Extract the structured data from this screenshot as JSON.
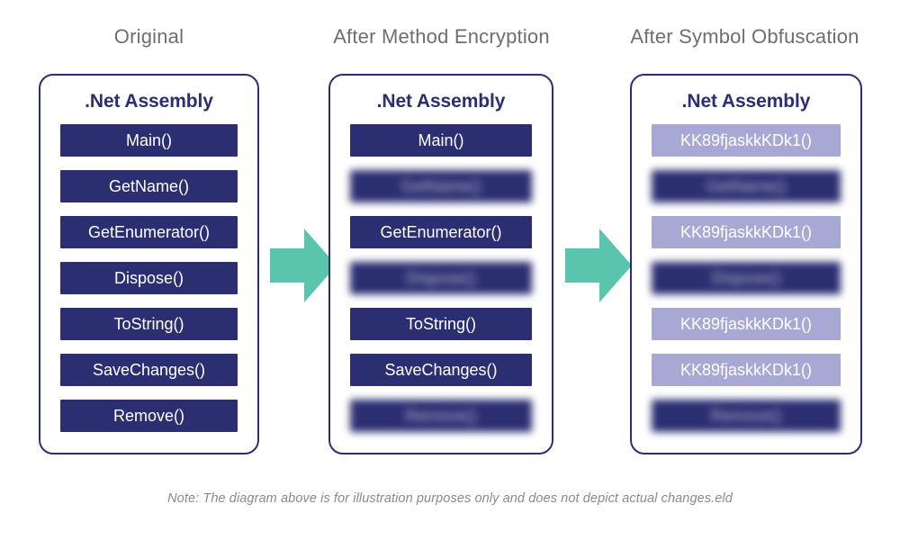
{
  "background_color": "#ffffff",
  "palette": {
    "navy": "#2c2e72",
    "light_purple": "#a8a8d4",
    "teal_arrow": "#5bc4ac",
    "header_gray": "#6e6e6e",
    "note_gray": "#8a8a8a",
    "row_text": "#ffffff"
  },
  "columns": [
    {
      "header": "Original",
      "card_title": ".Net Assembly",
      "rows": [
        {
          "label": "Main()",
          "style": "dark",
          "obscured": false
        },
        {
          "label": "GetName()",
          "style": "dark",
          "obscured": false
        },
        {
          "label": "GetEnumerator()",
          "style": "dark",
          "obscured": false
        },
        {
          "label": "Dispose()",
          "style": "dark",
          "obscured": false
        },
        {
          "label": "ToString()",
          "style": "dark",
          "obscured": false
        },
        {
          "label": "SaveChanges()",
          "style": "dark",
          "obscured": false
        },
        {
          "label": "Remove()",
          "style": "dark",
          "obscured": false
        }
      ]
    },
    {
      "header": "After Method Encryption",
      "card_title": ".Net Assembly",
      "rows": [
        {
          "label": "Main()",
          "style": "dark",
          "obscured": false
        },
        {
          "label": "GetName()",
          "style": "dark",
          "obscured": true
        },
        {
          "label": "GetEnumerator()",
          "style": "dark",
          "obscured": false
        },
        {
          "label": "Dispose()",
          "style": "dark",
          "obscured": true
        },
        {
          "label": "ToString()",
          "style": "dark",
          "obscured": false
        },
        {
          "label": "SaveChanges()",
          "style": "dark",
          "obscured": false
        },
        {
          "label": "Remove()",
          "style": "dark",
          "obscured": true
        }
      ]
    },
    {
      "header": "After Symbol Obfuscation",
      "card_title": ".Net Assembly",
      "rows": [
        {
          "label": "KK89fjaskkKDk1()",
          "style": "light",
          "obscured": false
        },
        {
          "label": "GetName()",
          "style": "dark",
          "obscured": true
        },
        {
          "label": "KK89fjaskkKDk1()",
          "style": "light",
          "obscured": false
        },
        {
          "label": "Dispose()",
          "style": "dark",
          "obscured": true
        },
        {
          "label": "KK89fjaskkKDk1()",
          "style": "light",
          "obscured": false
        },
        {
          "label": "KK89fjaskkKDk1()",
          "style": "light",
          "obscured": false
        },
        {
          "label": "Remove()",
          "style": "dark",
          "obscured": true
        }
      ]
    }
  ],
  "arrows": [
    {
      "name": "arrow-original-to-encrypted",
      "direction": "right"
    },
    {
      "name": "arrow-encrypted-to-obfuscated",
      "direction": "right"
    }
  ],
  "note": "Note: The diagram above is for illustration purposes only and does not depict actual changes.eld"
}
